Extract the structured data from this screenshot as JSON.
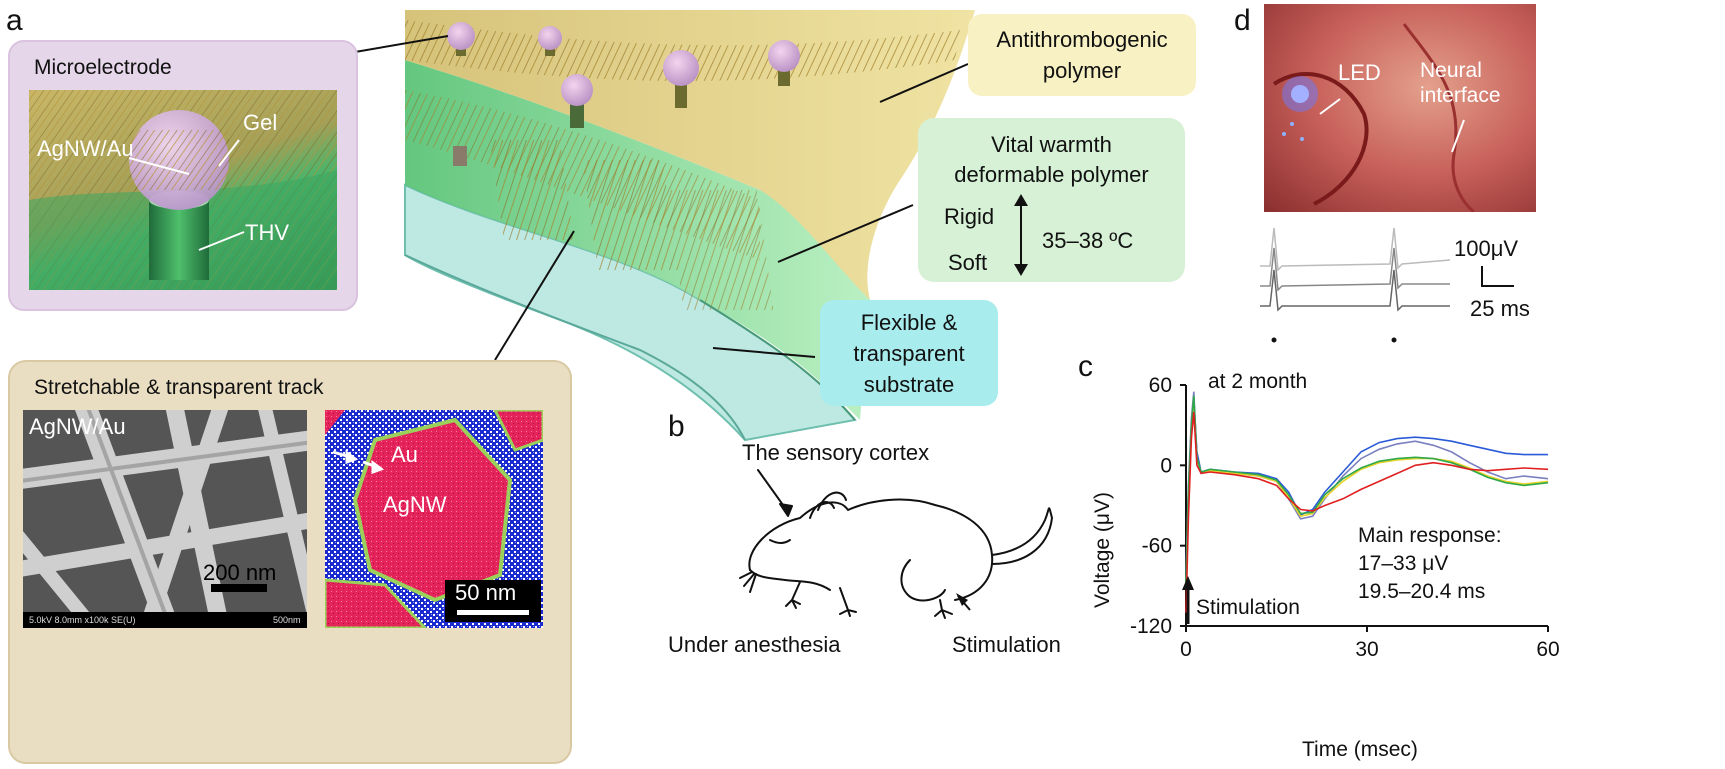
{
  "panels": {
    "a": "a",
    "b": "b",
    "c": "c",
    "d": "d"
  },
  "microelectrode": {
    "title": "Microelectrode",
    "agnw_au": "AgNW/Au",
    "gel": "Gel",
    "thv": "THV"
  },
  "track": {
    "title": "Stretchable & transparent track",
    "sem_label": "AgNW/Au",
    "sem_scale": "200 nm",
    "sem_footer": "5.0kV 8.0mm x100k SE(U)",
    "sem_footer_right": "500nm",
    "eds_au": "Au",
    "eds_agnw": "AgNW",
    "eds_scale": "50 nm"
  },
  "callouts": {
    "antithrombogenic": [
      "Antithrombogenic",
      "polymer"
    ],
    "vital": [
      "Vital warmth",
      "deformable polymer"
    ],
    "rigid": "Rigid",
    "soft": "Soft",
    "temp": "35–38 ºC",
    "substrate": [
      "Flexible &",
      "transparent",
      "substrate"
    ]
  },
  "mouse": {
    "cortex": "The sensory cortex",
    "anesthesia": "Under anesthesia",
    "stimulation": "Stimulation"
  },
  "photo": {
    "led": "LED",
    "neural": [
      "Neural",
      "interface"
    ],
    "scale_v": "100μV",
    "scale_t": "25 ms"
  },
  "colors": {
    "lavender_bg": "#e6d6ea",
    "beige_bg": "#e9ddc2",
    "yellow_callout": "#f8f1c3",
    "green_callout": "#d6f1d6",
    "cyan_callout": "#a9ecee"
  },
  "chart_data": {
    "type": "line",
    "xlabel": "Time (msec)",
    "ylabel": "Voltage (μV)",
    "xlim": [
      0,
      60
    ],
    "ylim": [
      -120,
      60
    ],
    "xticks": [
      "0",
      "30",
      "60"
    ],
    "yticks": [
      "60",
      "0",
      "-60",
      "-120"
    ],
    "annotation_top": "at 2 month",
    "annotation_main": [
      "Main response:",
      "17–33 μV",
      "19.5–20.4 ms"
    ],
    "annotation_stim": "Stimulation",
    "series": [
      {
        "color": "#2a5bd7",
        "x": [
          0,
          0.4,
          0.9,
          1.3,
          1.8,
          2.5,
          4,
          8,
          12,
          15,
          17,
          19,
          21,
          23,
          26,
          29,
          32,
          35,
          38,
          41,
          44,
          47,
          50,
          53,
          56,
          60
        ],
        "y": [
          -80,
          -20,
          30,
          50,
          10,
          -5,
          -3,
          -5,
          -6,
          -10,
          -20,
          -37,
          -33,
          -20,
          -5,
          10,
          17,
          20,
          21,
          20,
          18,
          15,
          12,
          9,
          8,
          8
        ]
      },
      {
        "color": "#7a7fbf",
        "x": [
          0,
          0.4,
          0.9,
          1.3,
          1.8,
          2.5,
          4,
          8,
          12,
          15,
          17,
          19,
          21,
          23,
          26,
          29,
          32,
          35,
          38,
          41,
          44,
          47,
          50,
          53,
          56,
          60
        ],
        "y": [
          -85,
          -15,
          35,
          55,
          5,
          -6,
          -4,
          -6,
          -8,
          -12,
          -25,
          -40,
          -38,
          -25,
          -8,
          5,
          12,
          16,
          18,
          15,
          10,
          2,
          -5,
          -10,
          -8,
          -10
        ]
      },
      {
        "color": "#e8d32a",
        "x": [
          0,
          0.4,
          0.9,
          1.3,
          1.8,
          2.5,
          4,
          8,
          12,
          15,
          17,
          19,
          21,
          23,
          26,
          29,
          32,
          35,
          38,
          41,
          44,
          47,
          50,
          53,
          56,
          60
        ],
        "y": [
          -90,
          -25,
          25,
          45,
          5,
          -5,
          -4,
          -6,
          -8,
          -12,
          -24,
          -38,
          -36,
          -24,
          -12,
          -3,
          2,
          4,
          5,
          5,
          3,
          -2,
          -8,
          -12,
          -14,
          -12
        ]
      },
      {
        "color": "#2fa84a",
        "x": [
          0,
          0.4,
          0.9,
          1.3,
          1.8,
          2.5,
          4,
          8,
          12,
          15,
          17,
          19,
          21,
          23,
          26,
          29,
          32,
          35,
          38,
          41,
          44,
          47,
          50,
          53,
          56,
          60
        ],
        "y": [
          -88,
          -20,
          30,
          52,
          6,
          -5,
          -3,
          -5,
          -7,
          -11,
          -22,
          -36,
          -35,
          -22,
          -10,
          -2,
          3,
          5,
          6,
          5,
          2,
          -3,
          -9,
          -13,
          -15,
          -13
        ]
      },
      {
        "color": "#e02020",
        "x": [
          0,
          0.4,
          0.9,
          1.3,
          1.8,
          2.5,
          4,
          8,
          12,
          15,
          17,
          19,
          21,
          23,
          26,
          29,
          32,
          35,
          38,
          41,
          44,
          47,
          50,
          53,
          56,
          60
        ],
        "y": [
          -110,
          -40,
          20,
          40,
          0,
          -6,
          -5,
          -7,
          -10,
          -15,
          -25,
          -33,
          -34,
          -30,
          -25,
          -18,
          -12,
          -6,
          0,
          2,
          0,
          -3,
          -4,
          -3,
          -2,
          -3
        ]
      }
    ]
  }
}
